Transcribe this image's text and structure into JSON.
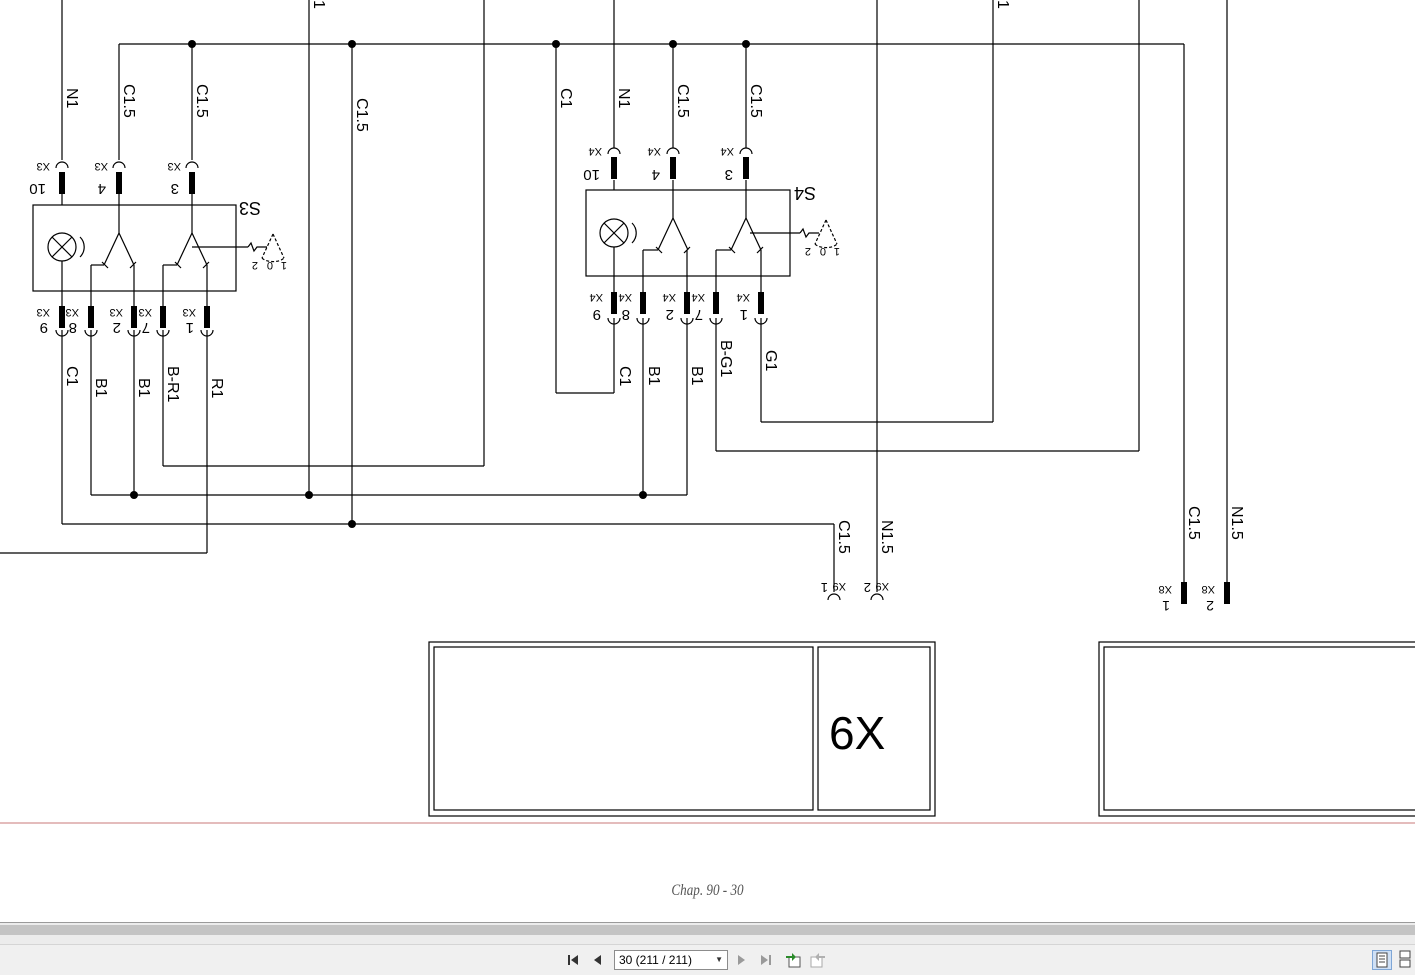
{
  "schematic": {
    "top_wire_labels": [
      "N1",
      "C1.5",
      "C1.5",
      "C1.5",
      "C1",
      "N1",
      "C1.5",
      "C1.5"
    ],
    "s3": {
      "label": "S3",
      "top_pins": [
        "10",
        "4",
        "3"
      ],
      "top_conn": "X3",
      "bottom_pins": [
        "9",
        "8",
        "2",
        "7",
        "1"
      ],
      "bottom_conn": "X3",
      "wires": [
        "C1",
        "B1",
        "B1",
        "B-R1",
        "R1"
      ],
      "dial": [
        "1",
        "0",
        "2"
      ]
    },
    "s4": {
      "label": "S4",
      "top_pins": [
        "10",
        "4",
        "3"
      ],
      "top_conn": "X4",
      "bottom_pins": [
        "9",
        "8",
        "2",
        "7",
        "1"
      ],
      "bottom_conn": "X4",
      "wires": [
        "C1",
        "B1",
        "B1",
        "B-G1",
        "G1"
      ],
      "dial": [
        "1",
        "0",
        "2"
      ]
    },
    "x9": {
      "conn": "X9",
      "pins": [
        "1",
        "2"
      ],
      "wires": [
        "C1.5",
        "N1.5"
      ]
    },
    "x8": {
      "conn": "X8",
      "pins": [
        "1",
        "2"
      ],
      "wires": [
        "C1.5",
        "N1.5"
      ]
    },
    "title_block_label": "6X",
    "cropped_top_labels": [
      "1",
      "1"
    ]
  },
  "footer": {
    "text": "Chap. 90 - 30"
  },
  "toolbar": {
    "page_value": "30 (211 / 211)",
    "first_page": "first-page",
    "prev_page": "previous-page",
    "next_page": "next-page",
    "last_page": "last-page"
  },
  "colors": {
    "page_separator": "#c87a7a",
    "toolbar_bg": "#f0f0f0"
  }
}
